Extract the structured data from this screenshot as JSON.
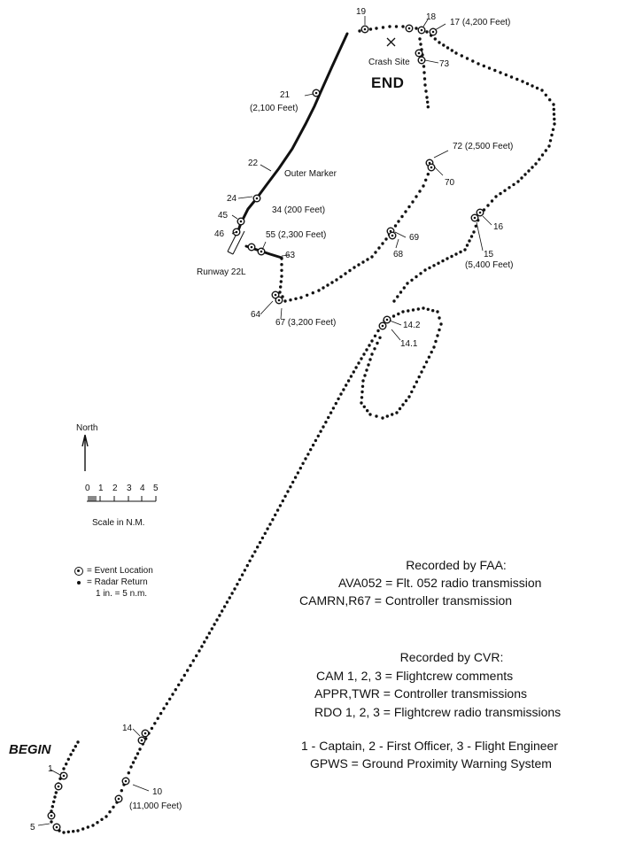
{
  "labels": {
    "begin": "BEGIN",
    "end": "END",
    "crash_site": "Crash Site",
    "outer_marker": "Outer Marker",
    "runway": "Runway 22L"
  },
  "events": [
    {
      "id": "e1",
      "text": "1"
    },
    {
      "id": "e5",
      "text": "5"
    },
    {
      "id": "e10",
      "text": "10"
    },
    {
      "id": "e10a",
      "text": "(11,000 Feet)"
    },
    {
      "id": "e14",
      "text": "14"
    },
    {
      "id": "e14_1",
      "text": "14.1"
    },
    {
      "id": "e14_2",
      "text": "14.2"
    },
    {
      "id": "e15",
      "text": "15"
    },
    {
      "id": "e15a",
      "text": "(5,400 Feet)"
    },
    {
      "id": "e16",
      "text": "16"
    },
    {
      "id": "e17",
      "text": "17 (4,200 Feet)"
    },
    {
      "id": "e18",
      "text": "18"
    },
    {
      "id": "e19",
      "text": "19"
    },
    {
      "id": "e21",
      "text": "21"
    },
    {
      "id": "e21a",
      "text": "(2,100 Feet)"
    },
    {
      "id": "e22",
      "text": "22"
    },
    {
      "id": "e24",
      "text": "24"
    },
    {
      "id": "e34",
      "text": "34 (200 Feet)"
    },
    {
      "id": "e45",
      "text": "45"
    },
    {
      "id": "e46",
      "text": "46"
    },
    {
      "id": "e55",
      "text": "55 (2,300 Feet)"
    },
    {
      "id": "e63",
      "text": "63"
    },
    {
      "id": "e64",
      "text": "64"
    },
    {
      "id": "e67",
      "text": "67 (3,200 Feet)"
    },
    {
      "id": "e68",
      "text": "68"
    },
    {
      "id": "e69",
      "text": "69"
    },
    {
      "id": "e70",
      "text": "70"
    },
    {
      "id": "e72",
      "text": "72 (2,500 Feet)"
    },
    {
      "id": "e73",
      "text": "73"
    }
  ],
  "compass": {
    "label": "North"
  },
  "scale": {
    "ticks": [
      "0",
      "1",
      "2",
      "3",
      "4",
      "5"
    ],
    "caption": "Scale in N.M."
  },
  "key": {
    "event": "= Event Location",
    "radar": "= Radar Return",
    "ratio": "1 in. = 5 n.m."
  },
  "faa": {
    "title": "Recorded by FAA:",
    "lines": [
      "AVA052 = Flt. 052 radio transmission",
      "CAMRN,R67 = Controller transmission"
    ]
  },
  "cvr": {
    "title": "Recorded by CVR:",
    "lines": [
      "CAM 1, 2, 3 = Flightcrew comments",
      "APPR,TWR = Controller transmissions",
      "RDO 1, 2, 3 = Flightcrew radio transmissions"
    ]
  },
  "roles": {
    "line1": "1 - Captain, 2 - First Officer, 3 - Flight Engineer",
    "line2": "GPWS = Ground Proximity Warning System"
  }
}
